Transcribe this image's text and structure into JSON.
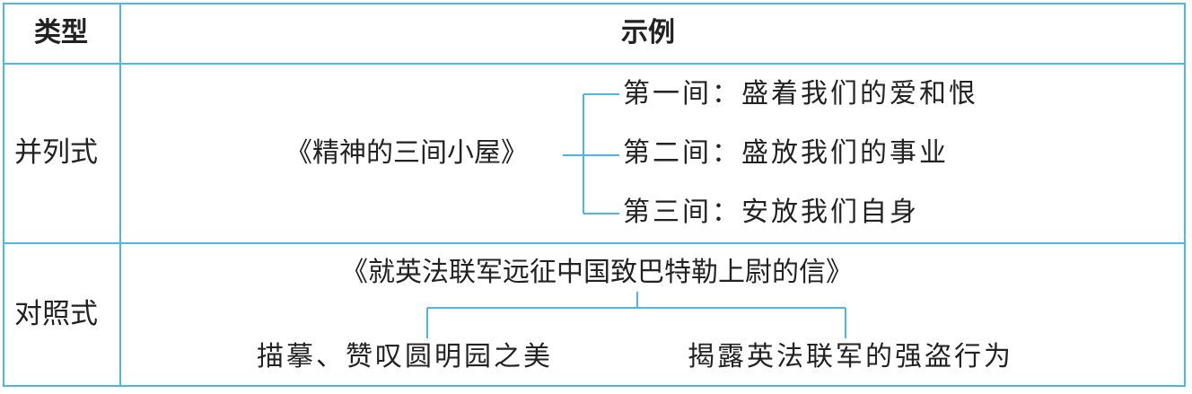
{
  "header": {
    "type_col": "类型",
    "example_col": "示例"
  },
  "rows": [
    {
      "type": "并列式",
      "title": "《精神的三间小屋》",
      "items": [
        "第一间：盛着我们的爱和恨",
        "第二间：盛放我们的事业",
        "第三间：安放我们自身"
      ]
    },
    {
      "type": "对照式",
      "title": "《就英法联军远征中国致巴特勒上尉的信》",
      "items": [
        "描摹、赞叹圆明园之美",
        "揭露英法联军的强盗行为"
      ]
    }
  ],
  "colors": {
    "border": "#4fb6e0",
    "text": "#222222"
  }
}
